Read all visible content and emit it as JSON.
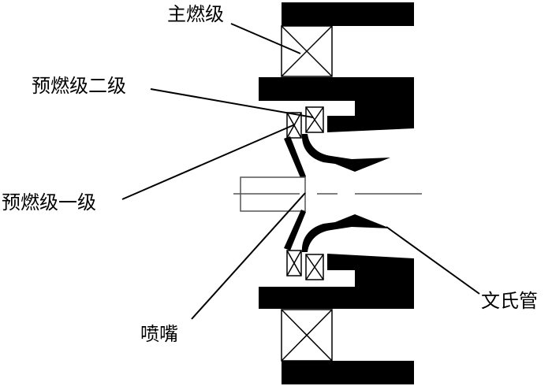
{
  "title": "Combustor nozzle cross-section schematic",
  "labels": {
    "main_stage": "主燃级",
    "pilot_stage_two": "预燃级二级",
    "pilot_stage_one": "预燃级一级",
    "nozzle": "喷嘴",
    "venturi": "文氏管"
  },
  "colors": {
    "fill": "#000000",
    "line": "#000000",
    "centerline": "#555555",
    "background": "#ffffff"
  }
}
